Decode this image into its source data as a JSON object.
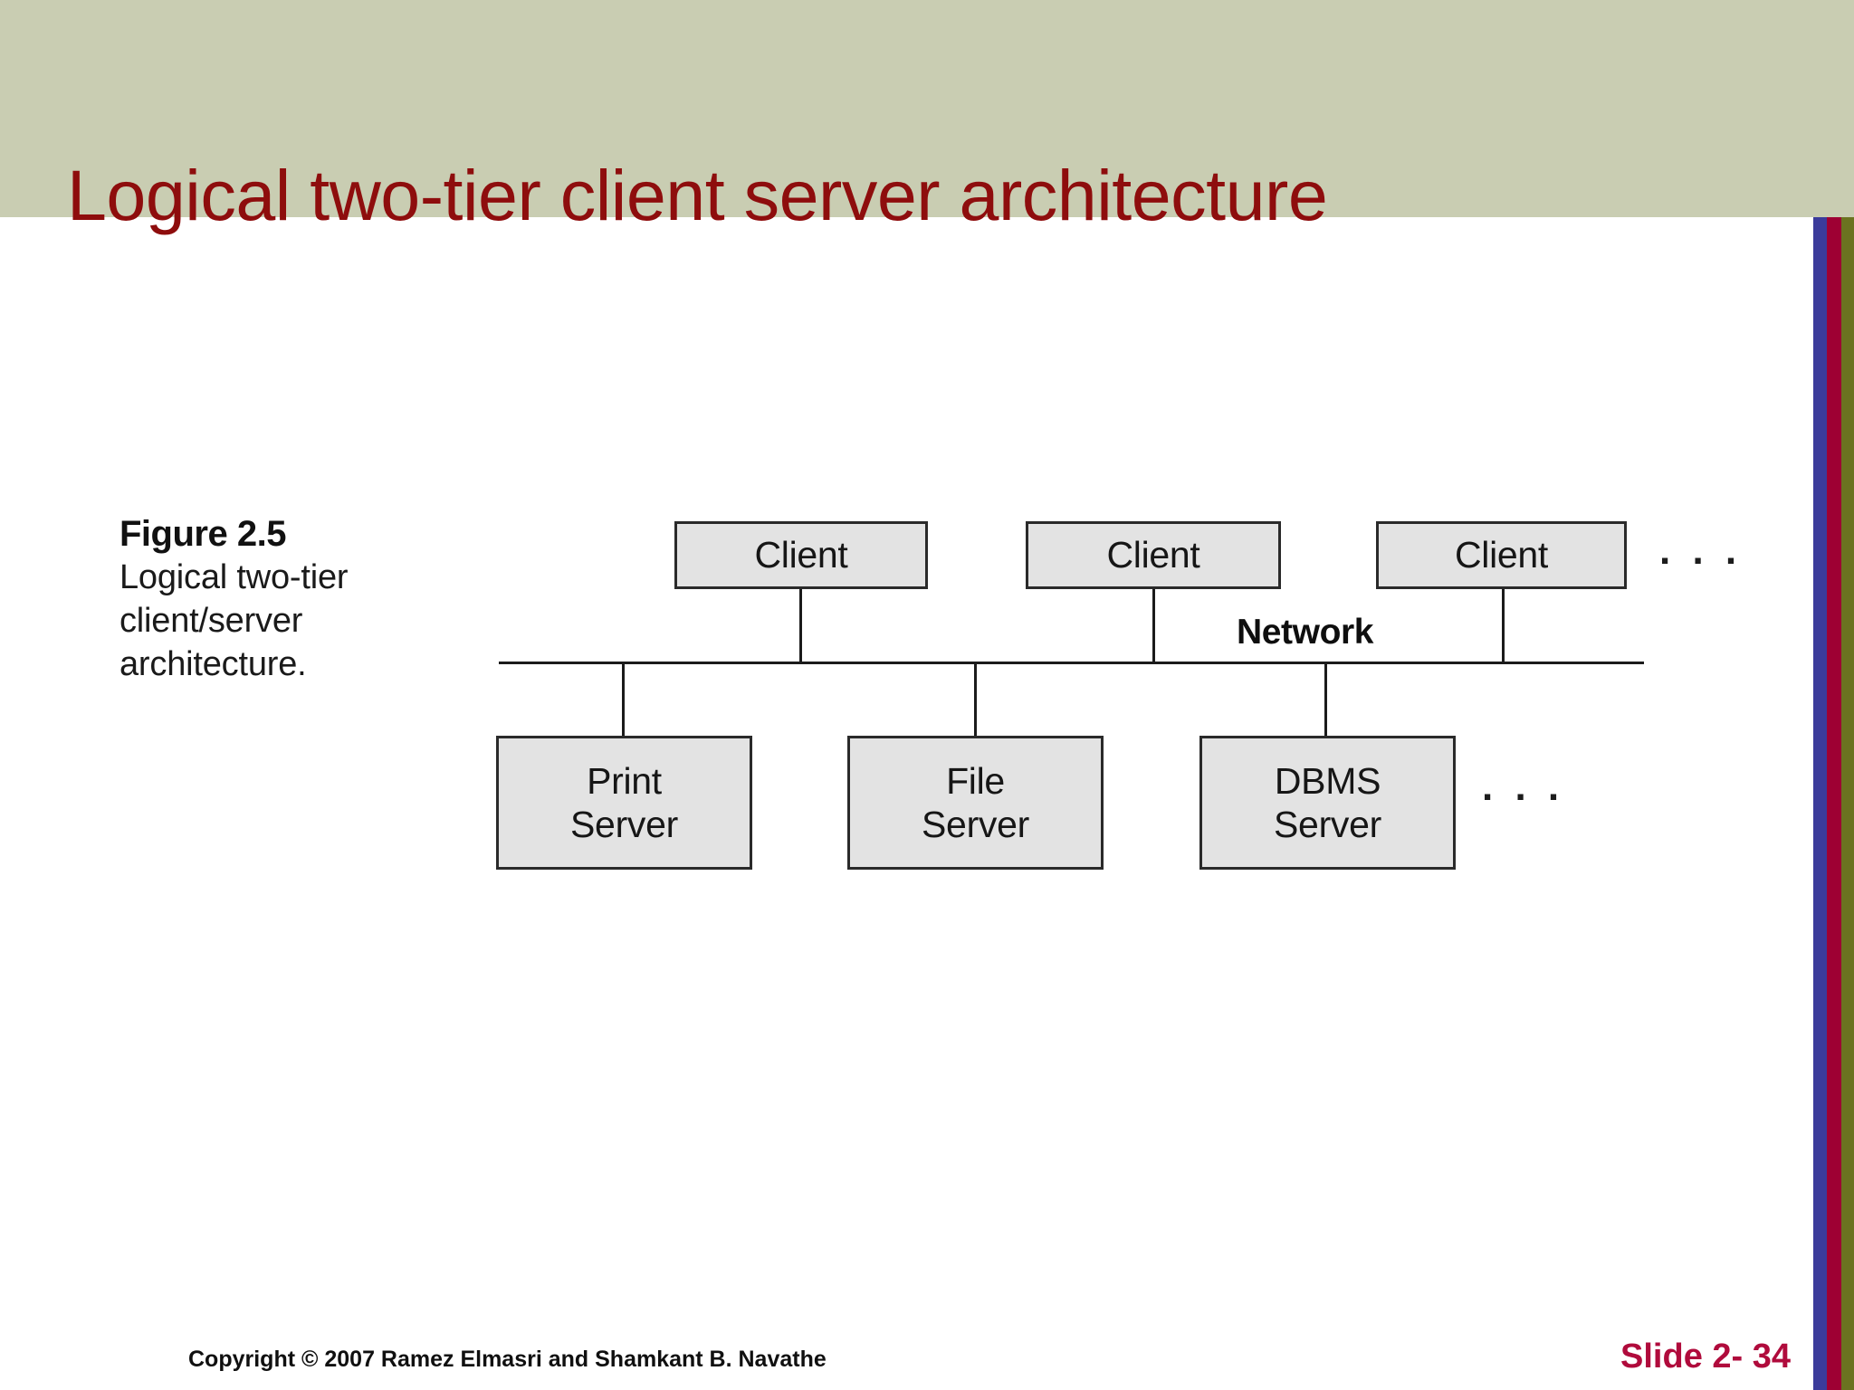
{
  "slide": {
    "title": "Logical two-tier client server architecture",
    "title_color": "#8e0d0d",
    "header_band_color": "#c9cdb2",
    "background_color": "#ffffff"
  },
  "edge_stripe": {
    "blue": "#3b3b9b",
    "crimson": "#9e0033",
    "olive": "#6b7320"
  },
  "figure": {
    "number": "Figure 2.5",
    "description": "Logical two-tier client/server architecture."
  },
  "diagram": {
    "network_label": "Network",
    "box_fill": "#e3e3e3",
    "box_border": "#2a2a2a",
    "clients": [
      {
        "label": "Client"
      },
      {
        "label": "Client"
      },
      {
        "label": "Client"
      }
    ],
    "clients_ellipsis": ". . .",
    "servers": [
      {
        "line1": "Print",
        "line2": "Server"
      },
      {
        "line1": "File",
        "line2": "Server"
      },
      {
        "line1": "DBMS",
        "line2": "Server"
      }
    ],
    "servers_ellipsis": ". . ."
  },
  "footer": {
    "copyright": "Copyright © 2007 Ramez Elmasri and Shamkant B. Navathe",
    "slide_number": "Slide 2- 34",
    "slide_number_color": "#b00b3c"
  }
}
